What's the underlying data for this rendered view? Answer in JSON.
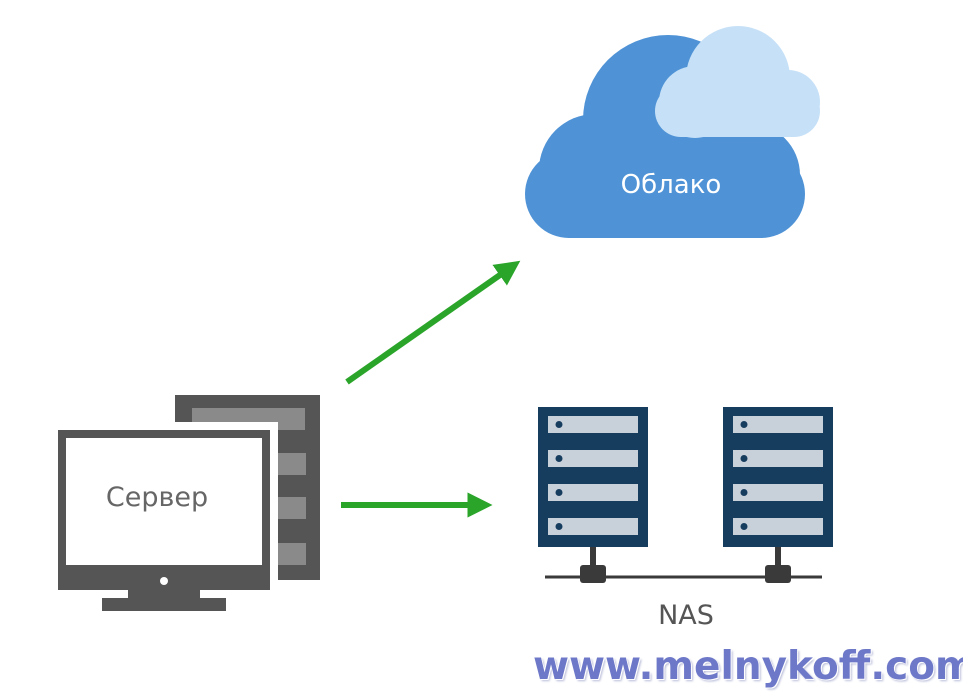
{
  "cloud": {
    "label": "Облако",
    "color_back": "#4f93d6",
    "color_front": "#c6e1f7"
  },
  "server": {
    "label": "Сервер",
    "color": "#555555"
  },
  "nas": {
    "label": "NAS",
    "rack_color": "#173d5e",
    "slot_color": "#c8d0da",
    "units_per_rack": 4
  },
  "arrows": {
    "color": "#2aa52a"
  },
  "watermark": {
    "text": "www.melnykoff.com",
    "color": "#6e78c8"
  }
}
